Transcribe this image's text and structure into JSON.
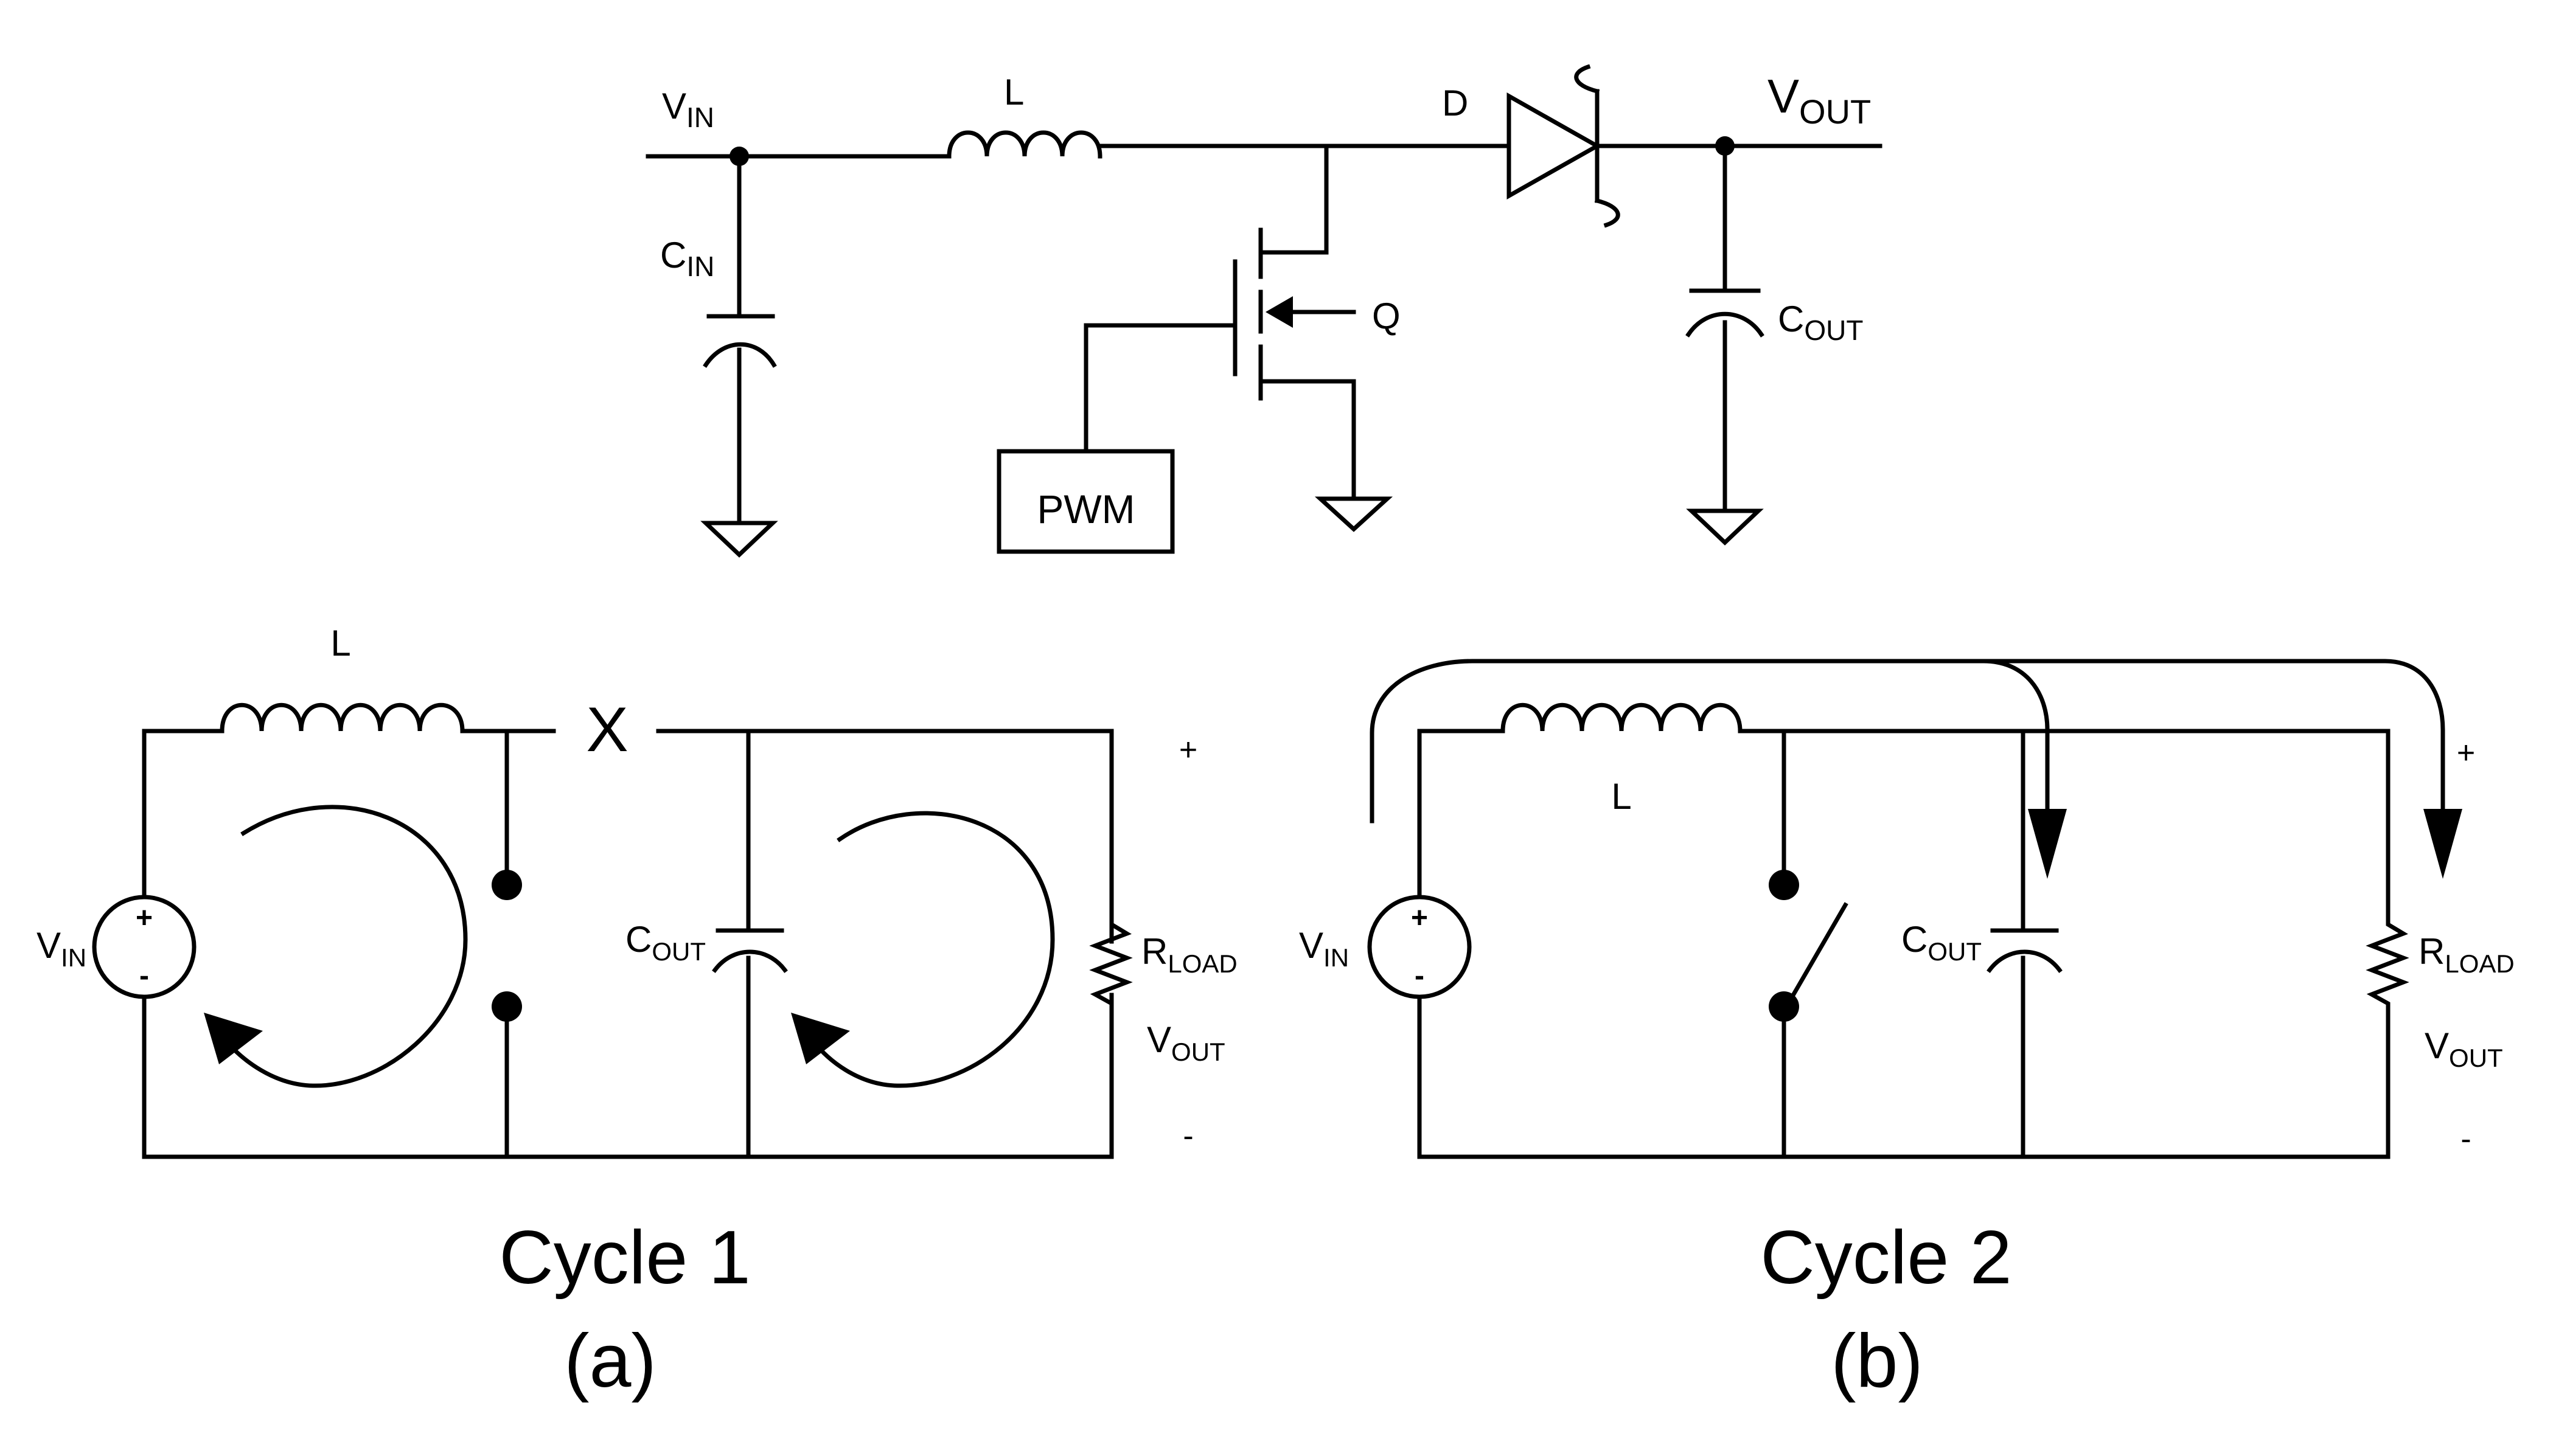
{
  "top": {
    "vin": {
      "main": "V",
      "sub": "IN"
    },
    "l": "L",
    "d": "D",
    "vout": {
      "main": "V",
      "sub": "OUT"
    },
    "cin": {
      "main": "C",
      "sub": "IN"
    },
    "cout": {
      "main": "C",
      "sub": "OUT"
    },
    "q": "Q",
    "pwm": "PWM"
  },
  "cycle1": {
    "l": "L",
    "x": "X",
    "vin": {
      "main": "V",
      "sub": "IN"
    },
    "cout": {
      "main": "C",
      "sub": "OUT"
    },
    "rload": {
      "main": "R",
      "sub": "LOAD"
    },
    "vout": {
      "main": "V",
      "sub": "OUT"
    },
    "plus": "+",
    "minus": "-",
    "src_plus": "+",
    "src_minus": "-",
    "title": "Cycle 1",
    "tag": "(a)"
  },
  "cycle2": {
    "l": "L",
    "vin": {
      "main": "V",
      "sub": "IN"
    },
    "cout": {
      "main": "C",
      "sub": "OUT"
    },
    "rload": {
      "main": "R",
      "sub": "LOAD"
    },
    "vout": {
      "main": "V",
      "sub": "OUT"
    },
    "plus": "+",
    "minus": "-",
    "src_plus": "+",
    "src_minus": "-",
    "title": "Cycle 2",
    "tag": "(b)"
  }
}
